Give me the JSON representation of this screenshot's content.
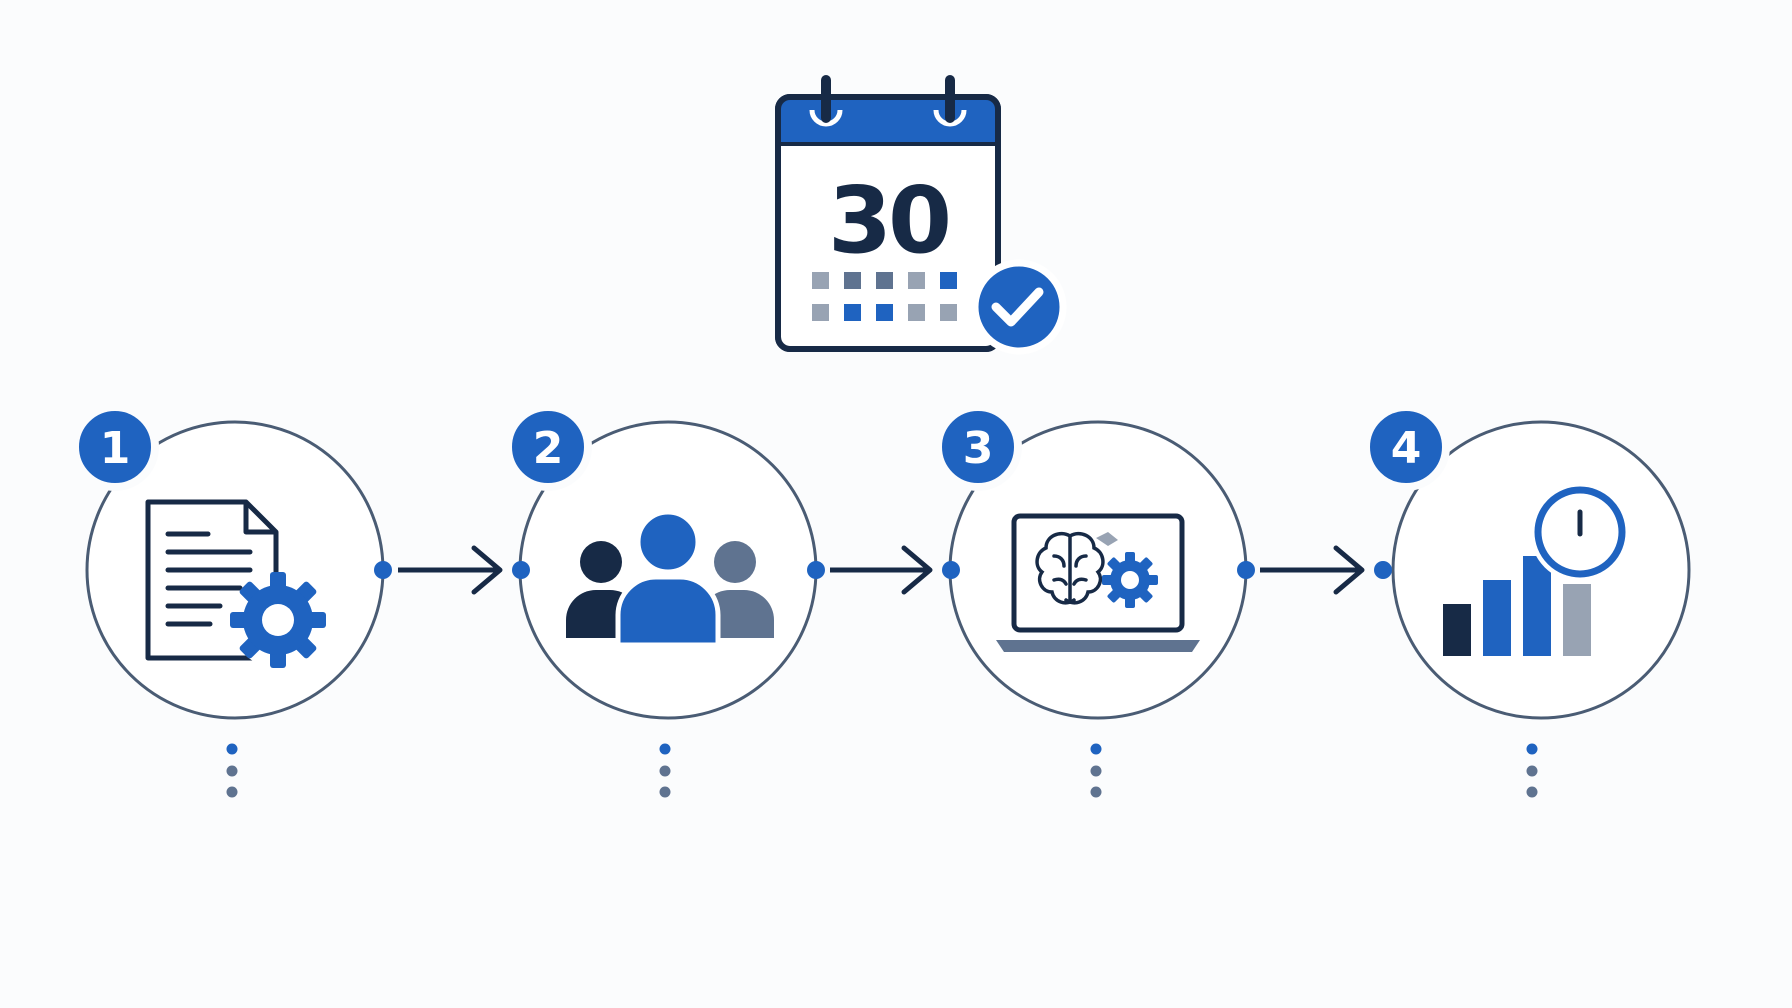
{
  "calendar": {
    "day": "30",
    "icon": "calendar-icon",
    "check_icon": "checkmark-icon"
  },
  "steps": [
    {
      "number": "1",
      "icon": "document-gear-icon"
    },
    {
      "number": "2",
      "icon": "team-icon"
    },
    {
      "number": "3",
      "icon": "laptop-brain-gear-icon"
    },
    {
      "number": "4",
      "icon": "bar-chart-clock-icon"
    }
  ],
  "colors": {
    "navy": "#172a46",
    "blue": "#1f63c0",
    "slate": "#5f7390",
    "gray": "#98a3b3",
    "circle_stroke": "#4a5c74",
    "background": "#fbfcfd"
  }
}
